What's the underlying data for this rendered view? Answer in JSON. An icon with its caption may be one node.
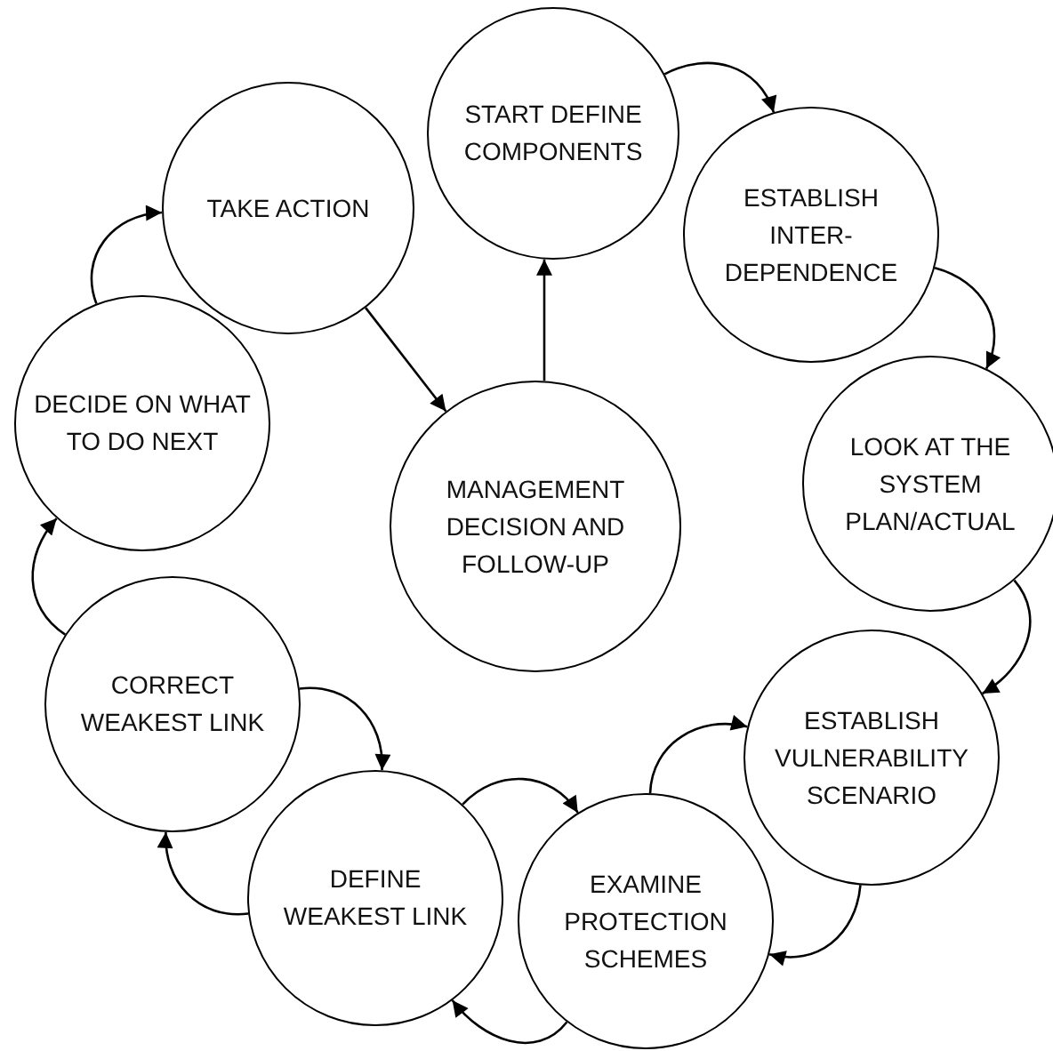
{
  "diagram": {
    "nodes": [
      {
        "text": [
          "START DEFINE COMPONENTS"
        ]
      },
      {
        "text": [
          "ESTABLISH INTER- DEPENDENCE"
        ]
      },
      {
        "text": [
          "LOOK AT THE SYSTEM PLAN/ACTUAL"
        ]
      },
      {
        "text": [
          "ESTABLISH VULNERABILITY SCENARIO"
        ]
      },
      {
        "text": [
          "EXAMINE PROTECTION SCHEMES"
        ]
      },
      {
        "text": [
          "DEFINE WEAKEST LINK"
        ]
      },
      {
        "text": [
          "CORRECT WEAKEST LINK"
        ]
      },
      {
        "text": [
          "DECIDE ON WHAT TO DO NEXT"
        ]
      },
      {
        "text": [
          "TAKE ACTION"
        ]
      },
      {
        "text": [
          "MANAGEMENT DECISION AND FOLLOW-UP"
        ]
      }
    ],
    "edges": [
      {
        "from": 0,
        "to": 1,
        "arrow": "to"
      },
      {
        "from": 1,
        "to": 2,
        "arrow": "to"
      },
      {
        "from": 2,
        "to": 3,
        "arrow": "to"
      },
      {
        "from": 3,
        "to": 4,
        "arrow": "to"
      },
      {
        "from": 4,
        "to": 3,
        "arrow": "to"
      },
      {
        "from": 5,
        "to": 4,
        "arrow": "to"
      },
      {
        "from": 4,
        "to": 5,
        "arrow": "to"
      },
      {
        "from": 5,
        "to": 6,
        "arrow": "to"
      },
      {
        "from": 6,
        "to": 5,
        "arrow": "to"
      },
      {
        "from": 6,
        "to": 7,
        "arrow": "to"
      },
      {
        "from": 7,
        "to": 8,
        "arrow": "to"
      },
      {
        "from": 8,
        "to": 9,
        "arrow": "to"
      },
      {
        "from": 9,
        "to": 0,
        "arrow": "to"
      }
    ]
  }
}
